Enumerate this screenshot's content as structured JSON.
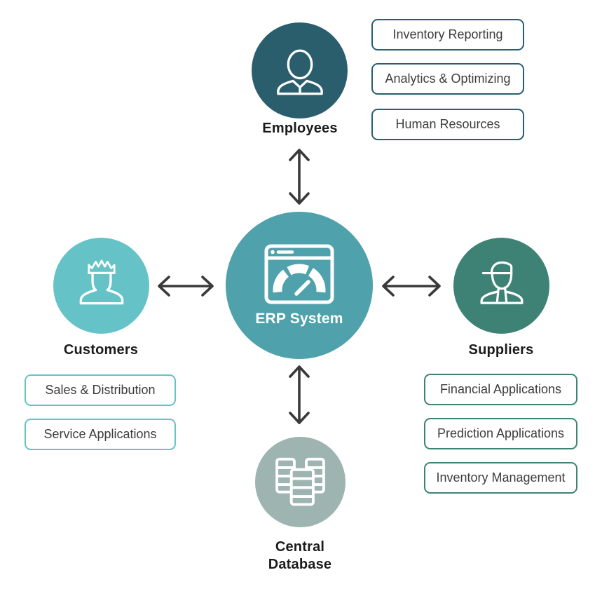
{
  "colors": {
    "erp_circle": "#4FA2AB",
    "employees_circle": "#2A5E6D",
    "customers_circle": "#65C3C7",
    "suppliers_circle": "#3E8175",
    "database_circle": "#9EB4B0",
    "arrow": "#3A3A3A",
    "box_border_employees": "#2A5E6D",
    "box_border_customers": "#65C3C7",
    "box_border_suppliers": "#3E8175",
    "box_text": "#3D3D3D",
    "label_text": "#1B1B1B"
  },
  "erp": {
    "label": "ERP System",
    "icon": "dashboard-browser-icon"
  },
  "employees": {
    "label": "Employees",
    "icon": "businessperson-icon",
    "boxes": [
      "Inventory Reporting",
      "Analytics & Optimizing",
      "Human Resources"
    ]
  },
  "customers": {
    "label": "Customers",
    "icon": "customer-crown-icon",
    "boxes": [
      "Sales & Distribution",
      "Service Applications"
    ]
  },
  "suppliers": {
    "label": "Suppliers",
    "icon": "supplier-cap-icon",
    "boxes": [
      "Financial Applications",
      "Prediction Applications",
      "Inventory Management"
    ]
  },
  "database": {
    "label": "Central\nDatabase",
    "icon": "database-tables-icon"
  }
}
